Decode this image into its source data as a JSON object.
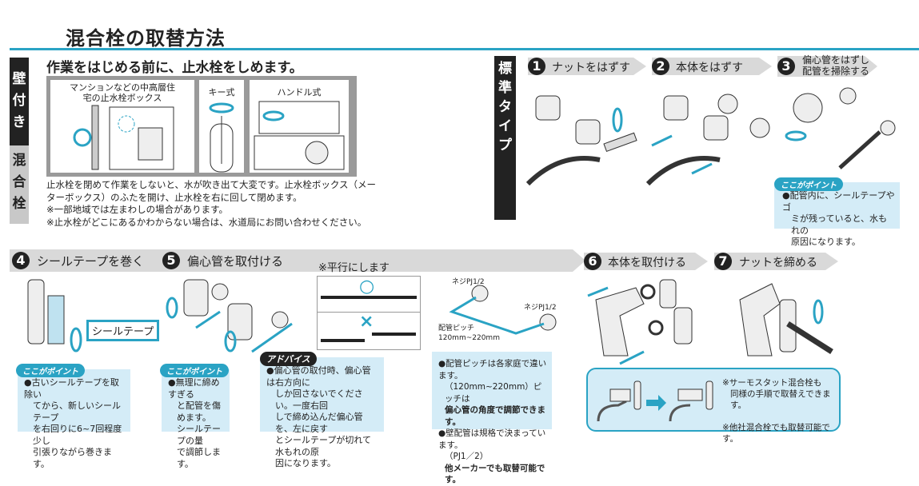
{
  "title": "混合栓の取替方法",
  "side_label_top": "壁付き",
  "side_label_bottom": "混合栓",
  "pre": {
    "heading": "作業をはじめる前に、止水栓をしめます。",
    "panels": [
      {
        "label": "マンションなどの中高層住宅の止水栓ボックス"
      },
      {
        "label": "キー式"
      },
      {
        "label": "ハンドル式"
      }
    ],
    "paragraph": [
      "止水栓を閉めて作業をしないと、水が吹き出て大変です。止水栓ボックス（メー",
      "ターボックス）のふたを開け、止水栓を右に回して閉めます。",
      "※一部地域では左まわしの場合があります。",
      "※止水栓がどこにあるかわからない場合は、水道局にお問い合わせください。"
    ]
  },
  "standard_type_label": "標準タイプ",
  "steps": [
    {
      "num": "1",
      "label": "ナットをはずす"
    },
    {
      "num": "2",
      "label": "本体をはずす"
    },
    {
      "num": "3",
      "label": "偏心管をはずし",
      "label2": "配管を掃除する"
    },
    {
      "num": "4",
      "label": "シールテープを巻く"
    },
    {
      "num": "5",
      "label": "偏心管を取付ける"
    },
    {
      "num": "6",
      "label": "本体を取付ける"
    },
    {
      "num": "7",
      "label": "ナットを締める"
    }
  ],
  "point_label": "ここがポイント",
  "advice_label": "アドバイス",
  "step3_point": [
    "●配管内に、シールテープやゴ",
    "ミが残っていると、水もれの",
    "原因になります。"
  ],
  "step4_callout": "シールテープ",
  "step4_point": [
    "●古いシールテープを取除い",
    "てから、新しいシールテープ",
    "を右回りに6~7回程度少し",
    "引張りながら巻きます。"
  ],
  "step5_note": "※平行にします",
  "step5_ok": "○",
  "step5_ng": "×",
  "step5_point": [
    "●無理に締めすぎる",
    "と配管を傷めます。",
    "シールテープの量",
    "で調節します。"
  ],
  "advice": [
    "●偏心管の取付時、偏心管は右方向に",
    "しか回さないでください。一度右回",
    "しで締め込んだ偏心管を、左に戻す",
    "とシールテープが切れて水もれの原",
    "因になります。"
  ],
  "pitch": {
    "thread1": "ネジPJ1/2",
    "thread2": "ネジPJ1/2",
    "label": "配管ピッチ",
    "range": "120mm~220mm"
  },
  "pitch_note": {
    "l1": "●配管ピッチは各家庭で違います。",
    "l2": "（120mm~220mm）ピッチは",
    "l3": "偏心管の角度で調節できます。",
    "l4": "●壁配管は規格で決まっています。",
    "l5": "（PJ1／2）",
    "l6": "他メーカーでも取替可能です。"
  },
  "thermo_note": {
    "l1": "※サーモスタット混合栓も",
    "l2": "同様の手順で取替えできます。",
    "l3": "※他社混合栓でも取替可能です。"
  },
  "colors": {
    "accent": "#2aa3c4",
    "point_bg": "#d4ecf7",
    "banner": "#d9d9d9"
  }
}
